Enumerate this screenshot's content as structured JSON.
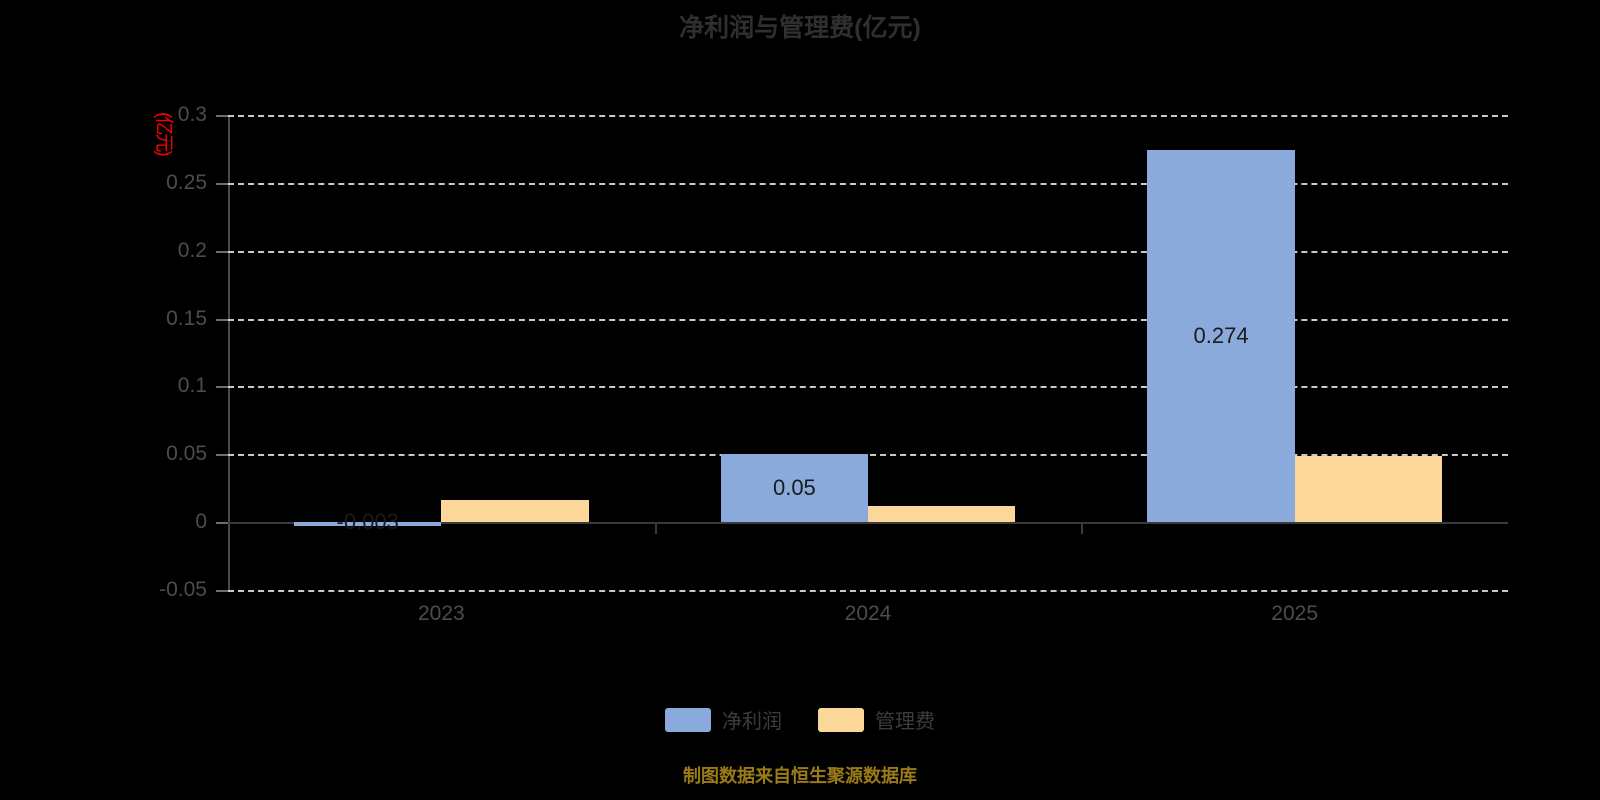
{
  "chart_data": {
    "type": "bar",
    "title": "净利润与管理费(亿元)",
    "xlabel": "",
    "ylabel": "(亿元)",
    "categories": [
      "2023",
      "2024",
      "2025"
    ],
    "series": [
      {
        "name": "净利润",
        "color": "#8aaadc",
        "values": [
          -0.003,
          0.05,
          0.274
        ],
        "labels": [
          "-0.003",
          "0.05",
          "0.274"
        ]
      },
      {
        "name": "管理费",
        "color": "#fcd79a",
        "values": [
          0.016,
          0.012,
          0.049
        ],
        "labels": [
          "",
          "",
          ""
        ]
      }
    ],
    "ylim": [
      -0.05,
      0.3
    ],
    "yticks": [
      "0.3",
      "0.25",
      "0.2",
      "0.15",
      "0.1",
      "0.05",
      "0",
      "-0.05"
    ],
    "ytick_values": [
      0.3,
      0.25,
      0.2,
      0.15,
      0.1,
      0.05,
      0,
      -0.05
    ],
    "grid": true,
    "grid_style": "dashed-horizontal",
    "legend_position": "bottom-center"
  },
  "header": {
    "title": "净利润与管理费(亿元)"
  },
  "axis": {
    "unit_label": "(亿元)",
    "unit_label_color": "#ff0000"
  },
  "legend": {
    "items": [
      {
        "label": "净利润",
        "color": "#8aaadc"
      },
      {
        "label": "管理费",
        "color": "#fcd79a"
      }
    ]
  },
  "footer": {
    "note": "制图数据来自恒生聚源数据库",
    "color": "#9a7b16"
  }
}
